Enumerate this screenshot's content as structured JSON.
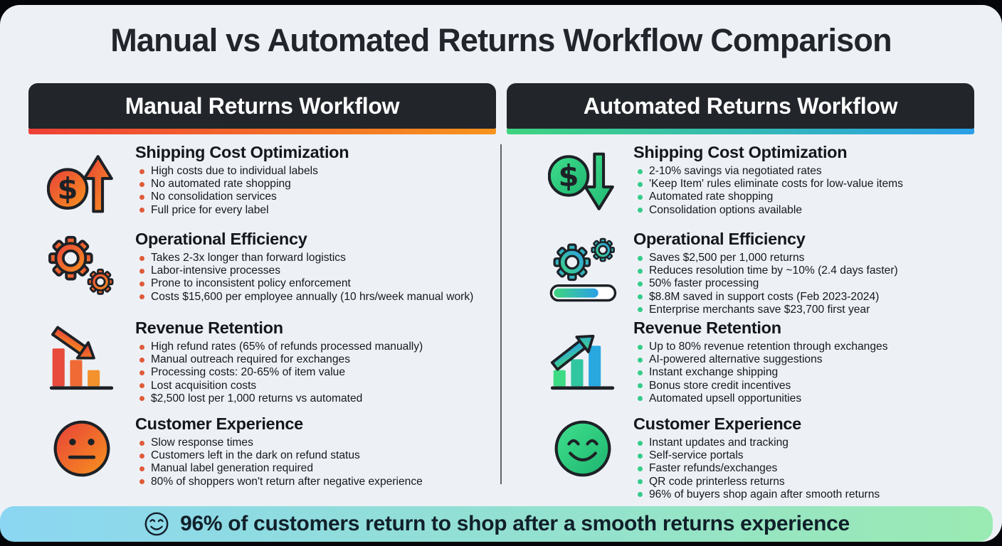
{
  "page": {
    "title": "Manual vs Automated Returns Workflow Comparison"
  },
  "colors": {
    "card_bg": "#edf1f5",
    "frame_bg": "#04060a",
    "header_bg": "#22262b",
    "manual_accent_gradient": [
      "#ee4036",
      "#f7941d"
    ],
    "auto_accent_gradient": [
      "#3fd47f",
      "#2b9fe8"
    ],
    "manual_bullet_dot": "#e05a3a",
    "auto_bullet_dot": "#35cb8a",
    "banner_gradient": [
      "#8bd6f2",
      "#9aeab3"
    ]
  },
  "columns": [
    {
      "id": "manual",
      "header": "Manual Returns Workflow",
      "sections": [
        {
          "icon": "money-up-icon",
          "title": "Shipping Cost Optimization",
          "bullets": [
            "High costs due to individual labels",
            "No automated rate shopping",
            "No consolidation services",
            "Full price for every label"
          ]
        },
        {
          "icon": "gears-icon",
          "title": "Operational Efficiency",
          "bullets": [
            "Takes 2-3x longer than forward logistics",
            "Labor-intensive processes",
            "Prone to inconsistent policy enforcement",
            "Costs $15,600 per employee annually (10 hrs/week manual work)"
          ]
        },
        {
          "icon": "declining-chart-icon",
          "title": "Revenue Retention",
          "bullets": [
            "High refund rates (65% of refunds processed manually)",
            "Manual outreach required for exchanges",
            "Processing costs: 20-65% of item value",
            "Lost acquisition costs",
            "$2,500 lost per 1,000 returns vs automated"
          ]
        },
        {
          "icon": "neutral-face-icon",
          "title": "Customer Experience",
          "bullets": [
            "Slow response times",
            "Customers left in the dark on refund status",
            "Manual label generation required",
            "80% of shoppers won't return after negative experience"
          ]
        }
      ]
    },
    {
      "id": "automated",
      "header": "Automated Returns Workflow",
      "sections": [
        {
          "icon": "money-down-icon",
          "title": "Shipping Cost Optimization",
          "bullets": [
            "2-10% savings via negotiated rates",
            "'Keep Item' rules eliminate costs for low-value items",
            "Automated rate shopping",
            "Consolidation options available"
          ]
        },
        {
          "icon": "gears-progress-icon",
          "title": "Operational Efficiency",
          "bullets": [
            "Saves $2,500 per 1,000 returns",
            "Reduces resolution time by ~10% (2.4 days faster)",
            "50% faster processing",
            "$8.8M saved in support costs (Feb 2023-2024)",
            "Enterprise merchants save $23,700 first year"
          ]
        },
        {
          "icon": "rising-chart-icon",
          "title": "Revenue Retention",
          "bullets": [
            "Up to 80% revenue retention through exchanges",
            "AI-powered alternative suggestions",
            "Instant exchange shipping",
            "Bonus store credit incentives",
            "Automated upsell opportunities"
          ]
        },
        {
          "icon": "smiley-face-icon",
          "title": "Customer Experience",
          "bullets": [
            "Instant updates and tracking",
            "Self-service portals",
            "Faster refunds/exchanges",
            "QR code printerless returns",
            "96% of buyers shop again after smooth returns"
          ]
        }
      ]
    }
  ],
  "footer": {
    "icon": "smiley-outline-icon",
    "text": "96% of customers return to shop after a smooth returns experience"
  }
}
